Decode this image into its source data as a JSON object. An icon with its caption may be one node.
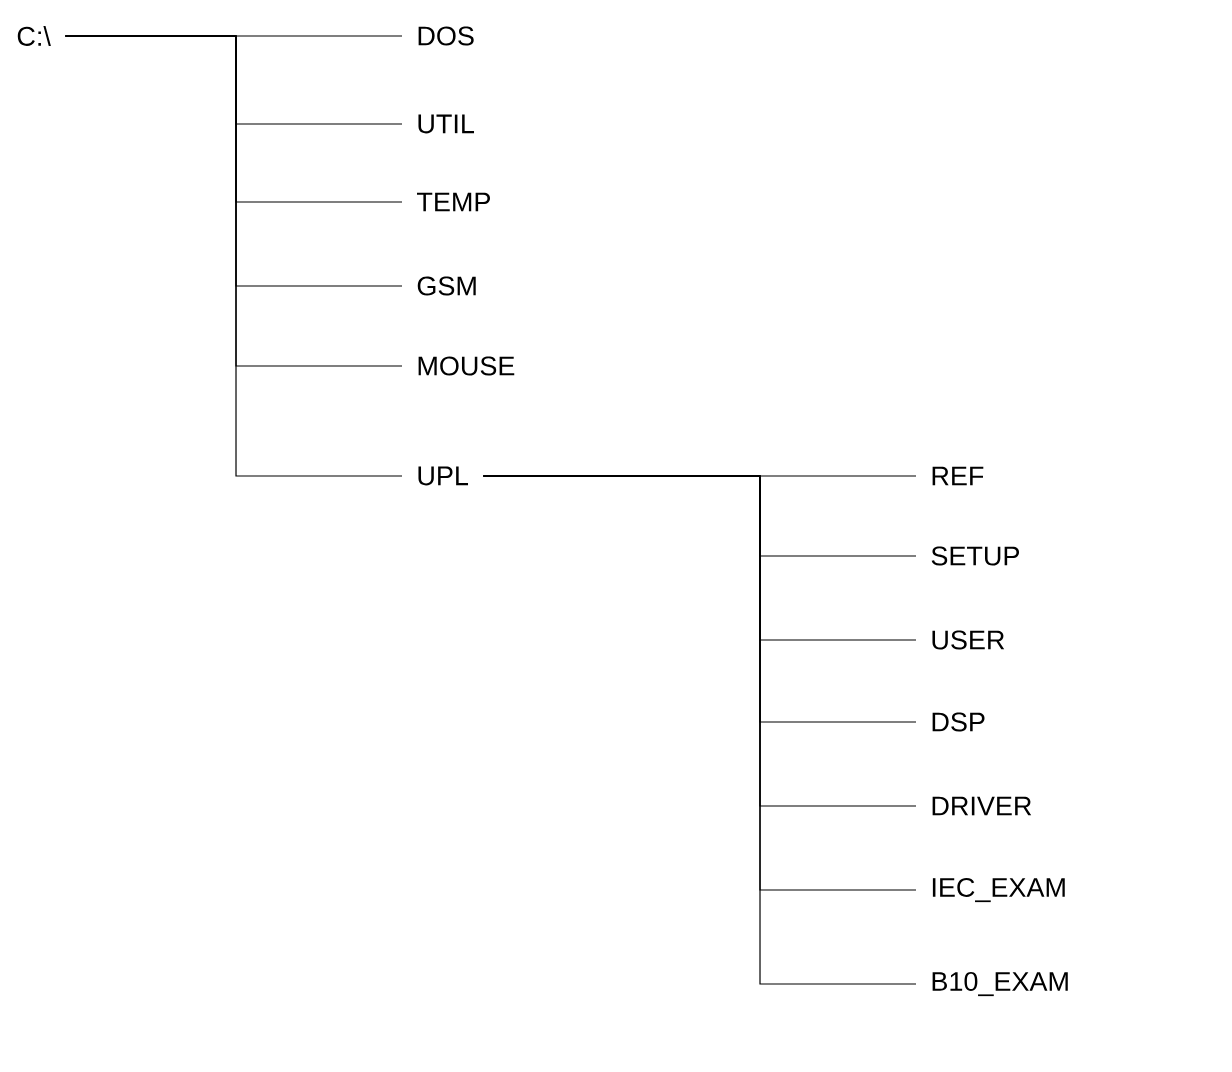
{
  "diagram": {
    "nodes": [
      {
        "text": [
          "C:\\"
        ]
      },
      {
        "text": [
          "DOS"
        ]
      },
      {
        "text": [
          "UTIL"
        ]
      },
      {
        "text": [
          "TEMP"
        ]
      },
      {
        "text": [
          "GSM"
        ]
      },
      {
        "text": [
          "MOUSE"
        ]
      },
      {
        "text": [
          "UPL"
        ]
      },
      {
        "text": [
          "REF"
        ]
      },
      {
        "text": [
          "SETUP"
        ]
      },
      {
        "text": [
          "USER"
        ]
      },
      {
        "text": [
          "DSP"
        ]
      },
      {
        "text": [
          "DRIVER"
        ]
      },
      {
        "text": [
          "IEC_EXAM"
        ]
      },
      {
        "text": [
          "B10_EXAM"
        ]
      }
    ],
    "edges": [
      {
        "from": 0,
        "to": 1,
        "arrow": "none"
      },
      {
        "from": 0,
        "to": 2,
        "arrow": "none"
      },
      {
        "from": 0,
        "to": 3,
        "arrow": "none"
      },
      {
        "from": 0,
        "to": 4,
        "arrow": "none"
      },
      {
        "from": 0,
        "to": 5,
        "arrow": "none"
      },
      {
        "from": 0,
        "to": 6,
        "arrow": "none"
      },
      {
        "from": 6,
        "to": 7,
        "arrow": "none"
      },
      {
        "from": 6,
        "to": 8,
        "arrow": "none"
      },
      {
        "from": 6,
        "to": 9,
        "arrow": "none"
      },
      {
        "from": 6,
        "to": 10,
        "arrow": "none"
      },
      {
        "from": 6,
        "to": 11,
        "arrow": "none"
      },
      {
        "from": 6,
        "to": 12,
        "arrow": "none"
      },
      {
        "from": 6,
        "to": 13,
        "arrow": "none"
      }
    ]
  }
}
